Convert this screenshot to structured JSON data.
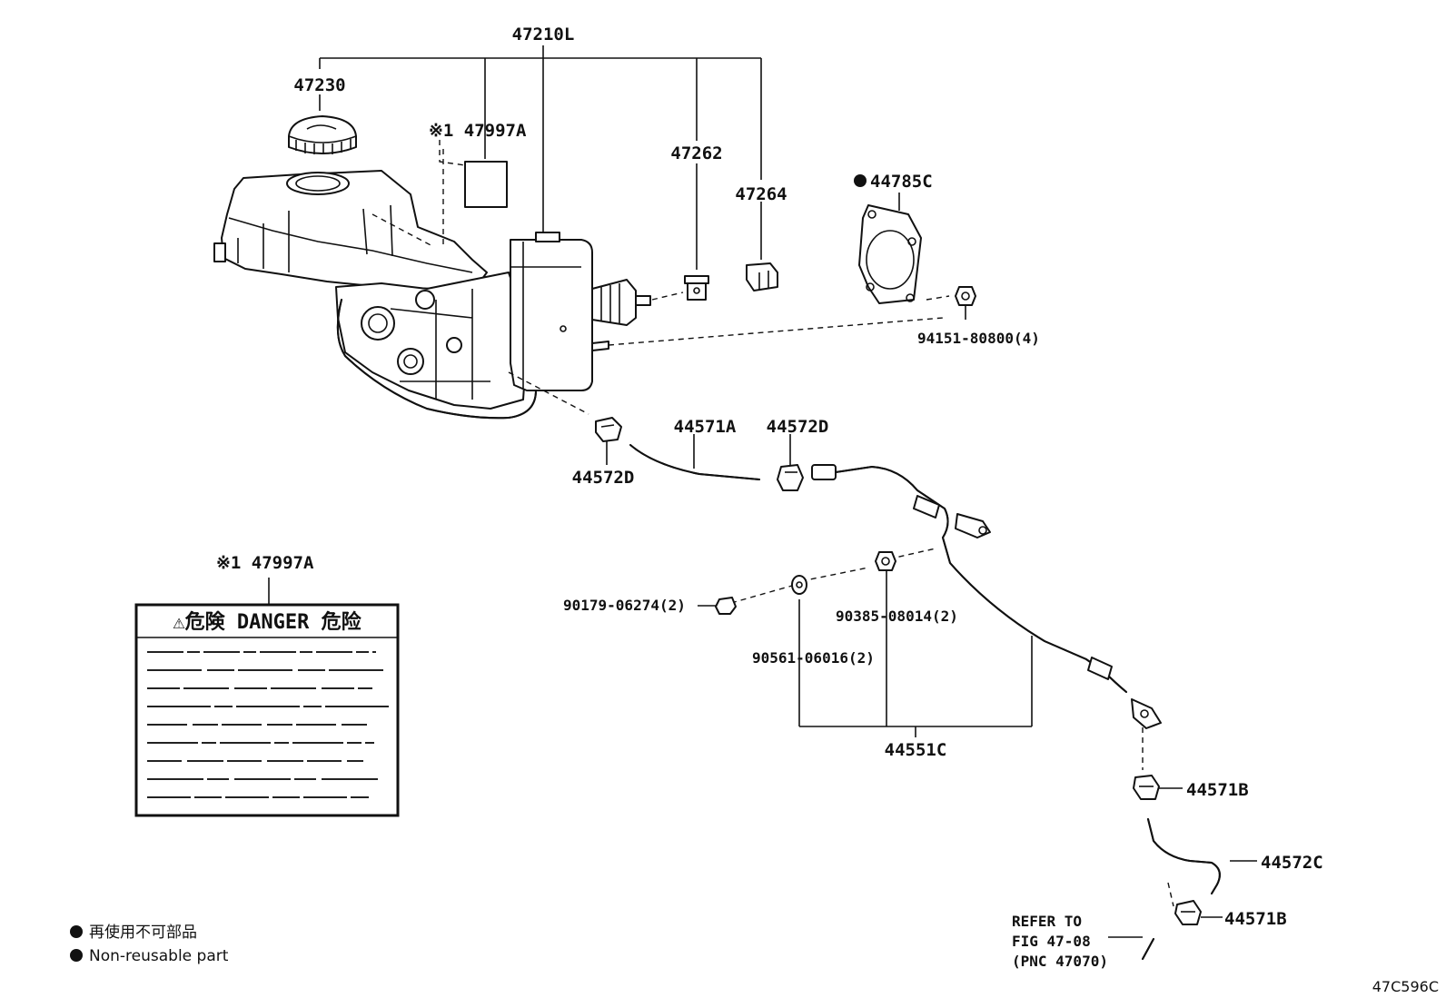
{
  "labels": {
    "assy": "47210L",
    "cap": "47230",
    "label_ref_top": "※1 47997A",
    "p47262": "47262",
    "p47264": "47264",
    "gasket": "44785C",
    "nut": "94151-80800(4)",
    "hose_a": "44571A",
    "clip_d_right": "44572D",
    "clip_d_left": "44572D",
    "bolt": "90179-06274(2)",
    "nut2": "90385-08014(2)",
    "washer": "90561-06016(2)",
    "pipe": "44551C",
    "clip_b_upper": "44571B",
    "hose_c": "44572C",
    "clip_b_lower": "44571B",
    "label_ref_mid": "※1 47997A"
  },
  "warning_label": {
    "heading": "⚠危険  DANGER  危险"
  },
  "refer": {
    "line1": "REFER TO",
    "line2": "FIG 47-08",
    "line3": "(PNC 47070)"
  },
  "legend": {
    "line_jp": "再使用不可部品",
    "line_en": "Non-reusable part"
  },
  "figure_id": "47C596C"
}
